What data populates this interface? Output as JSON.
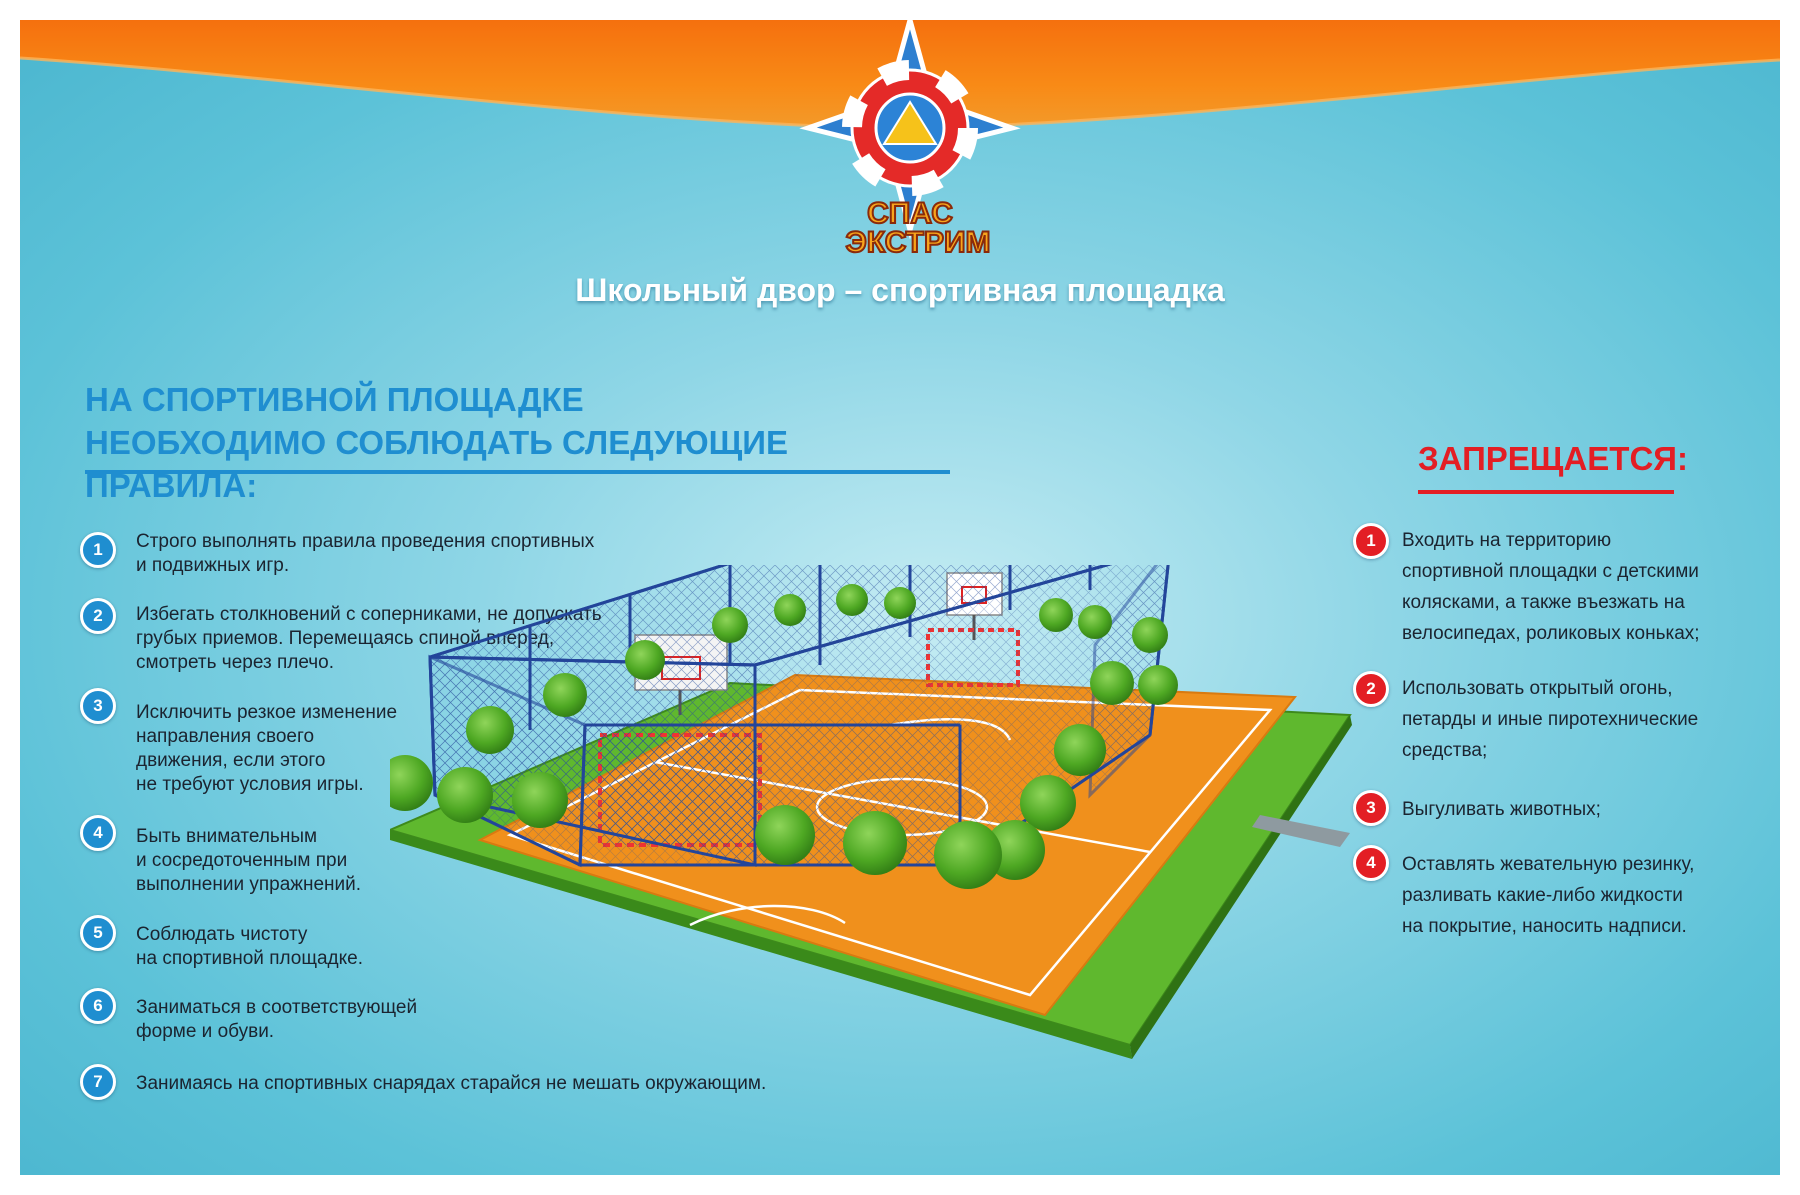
{
  "logo": {
    "line1": "СПАС",
    "line2": "ЭКСТРИМ",
    "emblem": "star-lifebuoy-emblem-icon"
  },
  "subtitle": "Школьный двор – спортивная площадка",
  "rules": {
    "heading_line1": "НА СПОРТИВНОЙ ПЛОЩАДКЕ",
    "heading_line2": "НЕОБХОДИМО СОБЛЮДАТЬ СЛЕДУЮЩИЕ ПРАВИЛА:",
    "items": [
      {
        "num": "1",
        "text": "Строго выполнять правила проведения спортивных\nи подвижных игр."
      },
      {
        "num": "2",
        "text": "Избегать столкновений с соперниками, не допускать\nгрубых приемов. Перемещаясь спиной вперед,\nсмотреть через плечо."
      },
      {
        "num": "3",
        "text": "Исключить резкое изменение\nнаправления своего\nдвижения, если этого\nне требуют условия игры."
      },
      {
        "num": "4",
        "text": "Быть внимательным\nи сосредоточенным при\nвыполнении упражнений."
      },
      {
        "num": "5",
        "text": "Соблюдать чистоту\nна спортивной площадке."
      },
      {
        "num": "6",
        "text": "Заниматься в соответствующей\nформе и обуви."
      },
      {
        "num": "7",
        "text": "Занимаясь на спортивных снарядах старайся не мешать окружающим."
      }
    ]
  },
  "prohibited": {
    "heading": "ЗАПРЕЩАЕТСЯ:",
    "items": [
      {
        "num": "1",
        "text": "Входить на территорию\nспортивной площадки с детскими\nколясками, а также въезжать на\nвелосипедах, роликовых коньках;"
      },
      {
        "num": "2",
        "text": "Использовать открытый огонь,\nпетарды и иные пиротехнические\nсредства;"
      },
      {
        "num": "3",
        "text": "Выгуливать животных;"
      },
      {
        "num": "4",
        "text": "Оставлять жевательную резинку,\nразливать какие-либо жидкости\nна покрытие, наносить надписи."
      }
    ]
  },
  "illustration": {
    "subject": "sports-court-illustration"
  },
  "colors": {
    "rules_blue": "#1f8ed0",
    "prohibited_red": "#e31e24",
    "court_orange": "#f0901c",
    "grass_green": "#5fb82e",
    "fence_blue": "#23459a"
  }
}
